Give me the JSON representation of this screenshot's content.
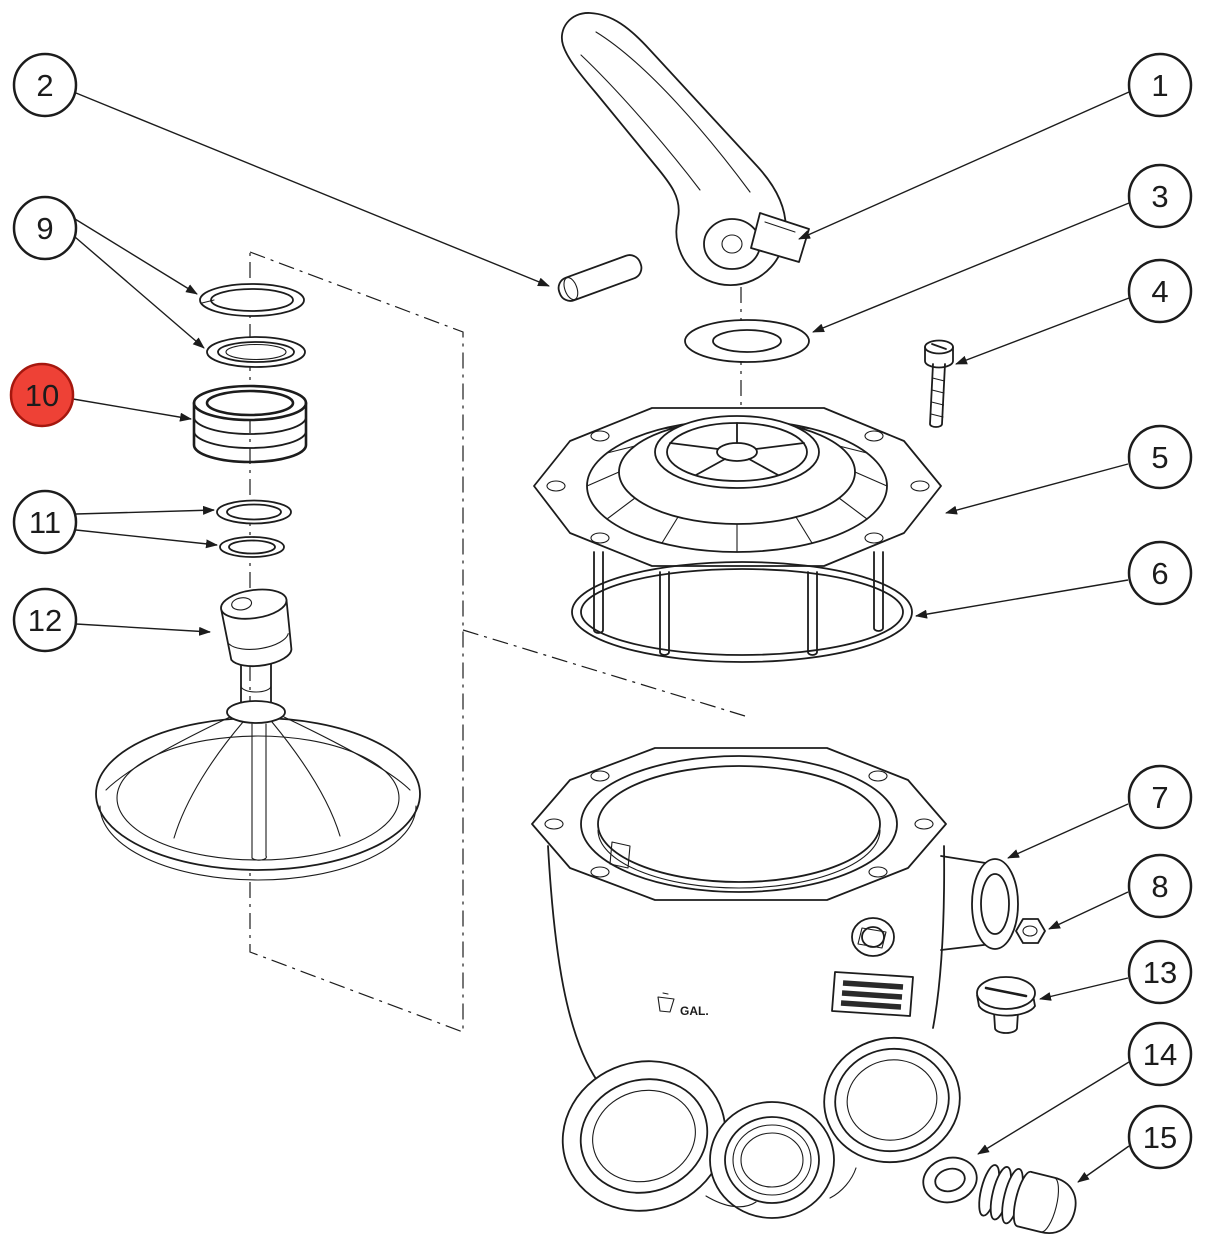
{
  "diagram": {
    "type": "exploded-parts-diagram",
    "subject": "multiport-valve-assembly",
    "colors": {
      "line": "#1c1c1c",
      "background": "#ffffff",
      "balloon_fill": "#ffffff",
      "balloon_stroke": "#1c1c1c",
      "highlight_fill": "#ee4136",
      "highlight_stroke": "#a5170e",
      "highlight_text": "#640d06"
    },
    "balloons": [
      {
        "label": "1",
        "highlighted": false
      },
      {
        "label": "2",
        "highlighted": false
      },
      {
        "label": "3",
        "highlighted": false
      },
      {
        "label": "4",
        "highlighted": false
      },
      {
        "label": "5",
        "highlighted": false
      },
      {
        "label": "6",
        "highlighted": false
      },
      {
        "label": "7",
        "highlighted": false
      },
      {
        "label": "8",
        "highlighted": false
      },
      {
        "label": "9",
        "highlighted": false
      },
      {
        "label": "10",
        "highlighted": true
      },
      {
        "label": "11",
        "highlighted": false
      },
      {
        "label": "12",
        "highlighted": false
      },
      {
        "label": "13",
        "highlighted": false
      },
      {
        "label": "14",
        "highlighted": false
      },
      {
        "label": "15",
        "highlighted": false
      }
    ],
    "annotations": {
      "drain_text": "GAL."
    }
  }
}
